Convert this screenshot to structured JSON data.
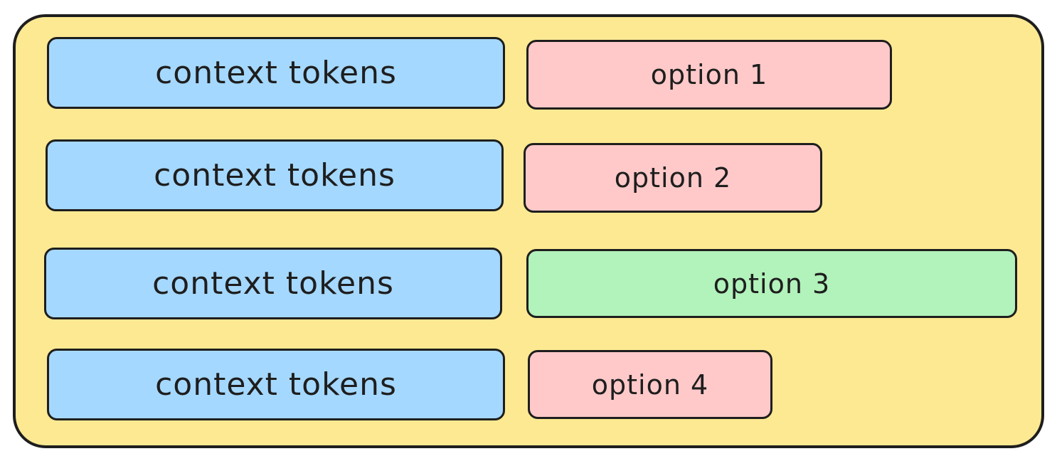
{
  "colors": {
    "frame_fill": "#fde992",
    "context_fill": "#a5d8ff",
    "option_fill": "#ffc9c9",
    "highlight_fill": "#b2f2bb",
    "stroke": "#1e1e1e"
  },
  "rows": [
    {
      "context_label": "context tokens",
      "option_label": "option 1",
      "highlighted": false
    },
    {
      "context_label": "context tokens",
      "option_label": "option 2",
      "highlighted": false
    },
    {
      "context_label": "context tokens",
      "option_label": "option 3",
      "highlighted": true
    },
    {
      "context_label": "context tokens",
      "option_label": "option 4",
      "highlighted": false
    }
  ]
}
